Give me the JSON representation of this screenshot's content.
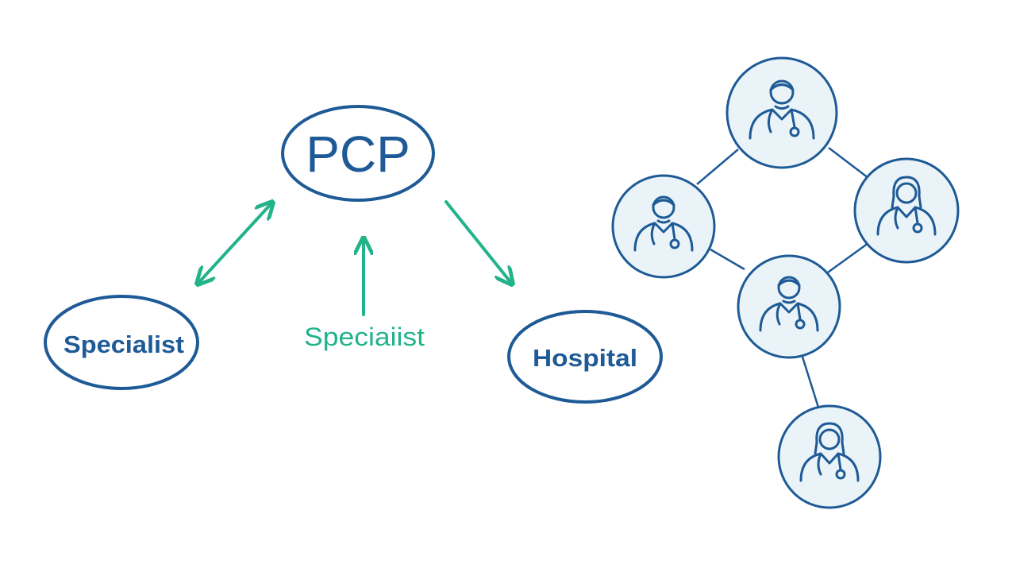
{
  "colors": {
    "primary": "#1e5a96",
    "accent": "#22b38a",
    "node_fill": "#eaf4f8",
    "background": "#ffffff"
  },
  "flow": {
    "pcp_label": "PCP",
    "specialist_left_label": "Specialist",
    "specialist_middle_label": "Speciaiist",
    "hospital_label": "Hospital"
  },
  "network": {
    "nodes": [
      {
        "icon": "male-doctor-icon"
      },
      {
        "icon": "male-doctor-icon"
      },
      {
        "icon": "female-doctor-icon"
      },
      {
        "icon": "male-doctor-icon"
      },
      {
        "icon": "female-doctor-icon"
      }
    ]
  }
}
